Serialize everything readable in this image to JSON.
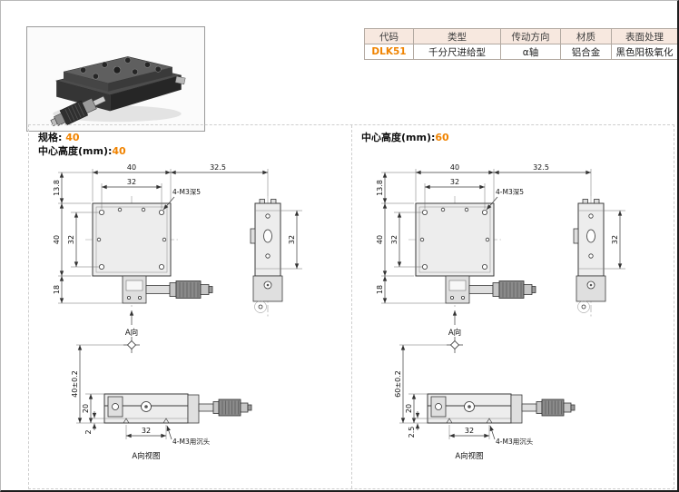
{
  "colors": {
    "accent": "#f08300",
    "table_header_bg": "#f7e8df"
  },
  "product_table": {
    "headers": [
      "代码",
      "类型",
      "传动方向",
      "材质",
      "表面处理"
    ],
    "row": [
      "DLK51",
      "千分尺进给型",
      "α轴",
      "铝合金",
      "黑色阳极氧化"
    ]
  },
  "sections": [
    {
      "spec_label": "规格:",
      "spec_value": "40",
      "height_label": "中心高度(mm):",
      "height_value": "40",
      "dims": {
        "top_outer": "40",
        "top_inner": "32",
        "top_offset": "32.5",
        "left_top": "13.8",
        "left_outer": "40",
        "left_inner": "32",
        "left_bottom": "18",
        "hole_note": "4-M3深5",
        "view_arrow": "A向",
        "side_span": "32",
        "center_height": "40±0.2",
        "front_height": "20",
        "base_step": "2",
        "bottom_span": "32",
        "sink_note": "4-M3用沉头",
        "view_caption": "A向视图"
      }
    },
    {
      "height_label": "中心高度(mm):",
      "height_value": "60",
      "dims": {
        "top_outer": "40",
        "top_inner": "32",
        "top_offset": "32.5",
        "left_top": "13.8",
        "left_outer": "40",
        "left_inner": "32",
        "left_bottom": "18",
        "hole_note": "4-M3深5",
        "view_arrow": "A向",
        "side_span": "32",
        "center_height": "60±0.2",
        "front_height": "20",
        "base_step": "2.5",
        "bottom_span": "32",
        "sink_note": "4-M3用沉头",
        "view_caption": "A向视图"
      }
    }
  ]
}
